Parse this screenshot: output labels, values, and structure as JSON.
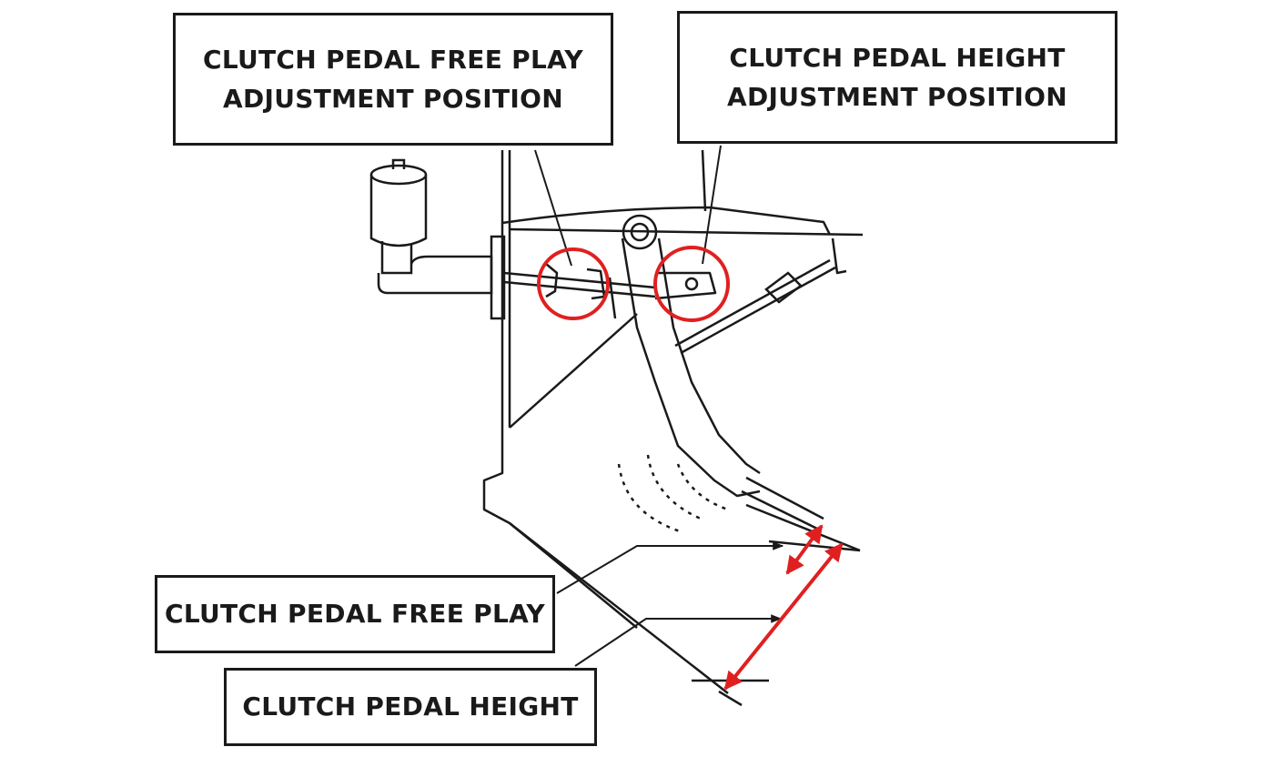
{
  "labels": {
    "free_play_adjustment": {
      "line1": "CLUTCH PEDAL FREE PLAY",
      "line2": "ADJUSTMENT POSITION"
    },
    "height_adjustment": {
      "line1": "CLUTCH PEDAL HEIGHT",
      "line2": "ADJUSTMENT POSITION"
    },
    "free_play": "CLUTCH PEDAL FREE PLAY",
    "height": "CLUTCH PEDAL HEIGHT"
  },
  "colors": {
    "line": "#1a1a1a",
    "highlight": "#e02020",
    "background": "#ffffff"
  }
}
